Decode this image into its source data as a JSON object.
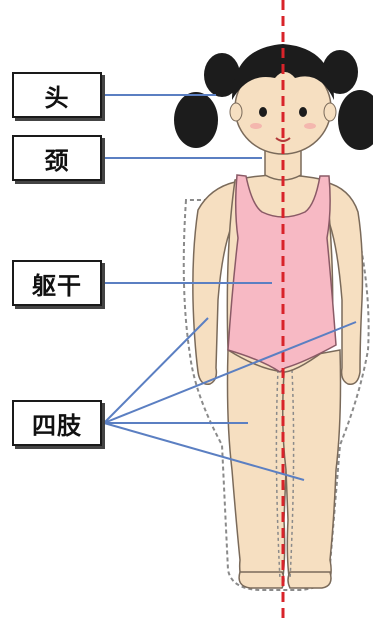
{
  "labels": {
    "head": "头",
    "neck": "颈",
    "torso": "躯干",
    "limbs": "四肢"
  },
  "colors": {
    "pointer_line": "#5b7fc2",
    "midline": "#d8232a",
    "skin": "#f6dfc1",
    "skin_outline": "#7a6a5a",
    "swimsuit": "#f7b9c4",
    "hair": "#1c1c1c",
    "body_outline_dashed": "#8a8a8a"
  }
}
